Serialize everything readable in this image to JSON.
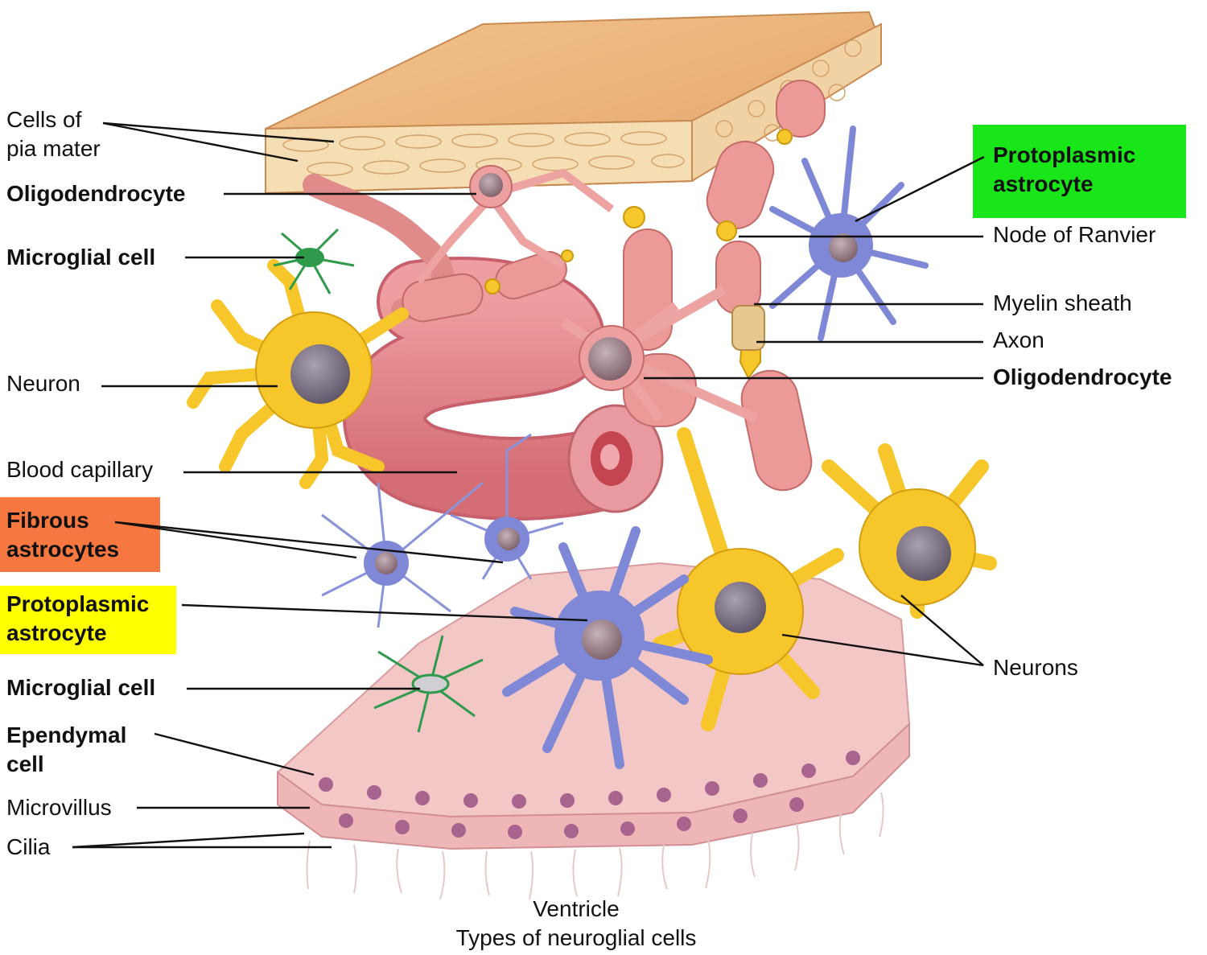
{
  "labels": {
    "cells_of_pia_line1": "Cells of",
    "cells_of_pia_line2": "pia mater",
    "oligodendrocyte_top": "Oligodendrocyte",
    "microglial_cell_top": "Microglial cell",
    "neuron": "Neuron",
    "blood_capillary": "Blood capillary",
    "fibrous_line1": "Fibrous",
    "fibrous_line2": "astrocytes",
    "protoplasmic_left_line1": "Protoplasmic",
    "protoplasmic_left_line2": "astrocyte",
    "microglial_cell_bottom": "Microglial cell",
    "ependymal_line1": "Ependymal",
    "ependymal_line2": "cell",
    "microvillus": "Microvillus",
    "cilia": "Cilia",
    "protoplasmic_right_line1": "Protoplasmic",
    "protoplasmic_right_line2": "astrocyte",
    "node_of_ranvier": "Node of Ranvier",
    "myelin_sheath": "Myelin sheath",
    "axon": "Axon",
    "oligodendrocyte_right": "Oligodendrocyte",
    "neurons": "Neurons"
  },
  "caption": {
    "line1": "Ventricle",
    "line2": "Types of neuroglial cells"
  },
  "colors": {
    "highlight_green": "#19e619",
    "highlight_orange": "#f77740",
    "highlight_yellow": "#ffff00",
    "pia_mater": "#edbb7f",
    "capillary": "#e8868a",
    "neuron_yellow": "#f6c62b",
    "astrocyte_blue": "#7f88d6",
    "microglia_green": "#2f9a4a",
    "ependyma_pink": "#f4c7c7"
  }
}
